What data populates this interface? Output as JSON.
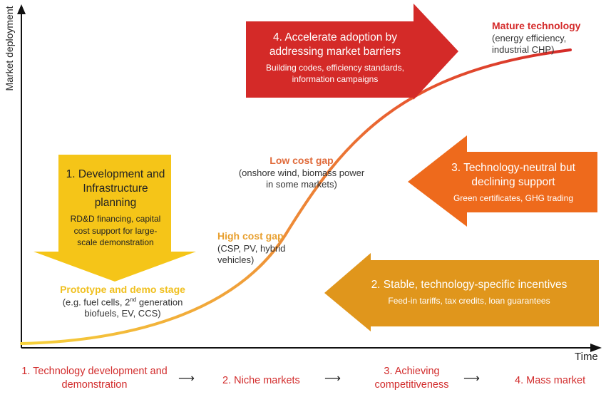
{
  "axes": {
    "y_label": "Market deployment",
    "x_label": "Time"
  },
  "arrows": {
    "development": {
      "title": "1. Development and Infrastructure planning",
      "subtitle": "RD&D financing, capital cost support for large-scale demonstration",
      "color": "#f5c518"
    },
    "stable_incentives": {
      "title": "2. Stable, technology-specific incentives",
      "subtitle": "Feed-in tariffs, tax credits, loan guarantees",
      "color": "#e0961c"
    },
    "neutral_support": {
      "title": "3. Technology-neutral but declining support",
      "subtitle": "Green certificates, GHG trading",
      "color": "#ee6a1c"
    },
    "accelerate": {
      "title": "4. Accelerate adoption by addressing market barriers",
      "subtitle": "Building codes, efficiency standards, information campaigns",
      "color": "#d42a28"
    }
  },
  "stages": {
    "prototype": {
      "title": "Prototype and demo stage",
      "body_line1": "(e.g. fuel cells, 2",
      "body_sup": "nd",
      "body_line1_end": " generation",
      "body_line2": "biofuels, EV, CCS)",
      "color": "#f0c020"
    },
    "high_cost": {
      "title": "High cost gap",
      "body": "(CSP, PV, hybrid vehicles)",
      "color": "#e8a030"
    },
    "low_cost": {
      "title": "Low cost gap",
      "body": "(onshore wind, biomass power in some markets)",
      "color": "#e06a3a"
    },
    "mature": {
      "title": "Mature technology",
      "body": "(energy efficiency, industrial CHP)",
      "color": "#d42a2a"
    }
  },
  "phases": [
    {
      "label": "1. Technology development and demonstration"
    },
    {
      "label": "2. Niche markets"
    },
    {
      "label": "3. Achieving competitiveness"
    },
    {
      "label": "4. Mass market"
    }
  ],
  "phase_separator": "⟶"
}
